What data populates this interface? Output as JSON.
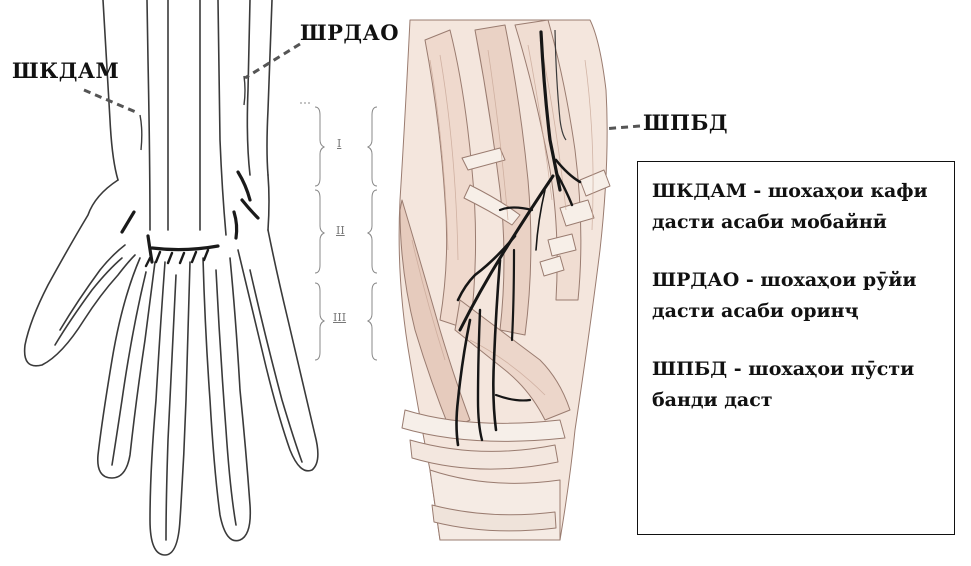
{
  "labels": {
    "shkdam": "ШКДАМ",
    "shrdao": "ШРДАО",
    "shpbd": "ШПБД"
  },
  "zones": [
    "I",
    "II",
    "III"
  ],
  "legend": [
    {
      "line1": "ШКДАМ - шохаҳои кафи",
      "line2": "дасти асаби мобайнӣ"
    },
    {
      "line1": "ШРДАО - шохаҳои рӯйи",
      "line2": "дасти асаби оринҷ"
    },
    {
      "line1": "ШПБД - шохаҳои пӯсти",
      "line2": "банди даст"
    }
  ],
  "colors": {
    "line": "#3a3a3a",
    "nerve": "#1a1a1a",
    "muscle": "#f1e0d6",
    "muscle_shadow": "#d9bcae",
    "tendon": "#f6efe9"
  }
}
